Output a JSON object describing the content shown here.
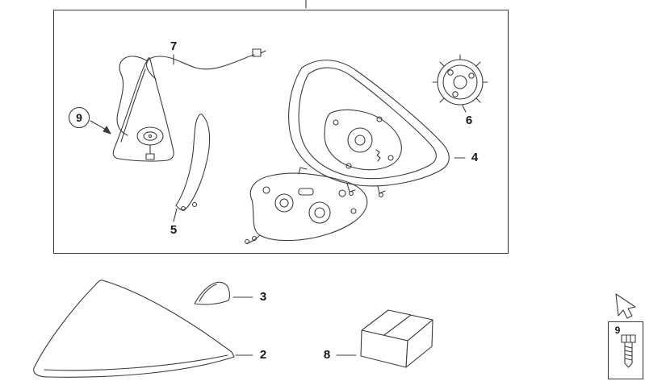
{
  "colors": {
    "line": "#3c3c3c",
    "background": "#ffffff"
  },
  "callouts": {
    "cable": "7",
    "base": "9",
    "trim": "5",
    "actuator": "6",
    "housing": "4",
    "cap": "2",
    "cover": "3",
    "kit": "8",
    "screw": "9"
  }
}
